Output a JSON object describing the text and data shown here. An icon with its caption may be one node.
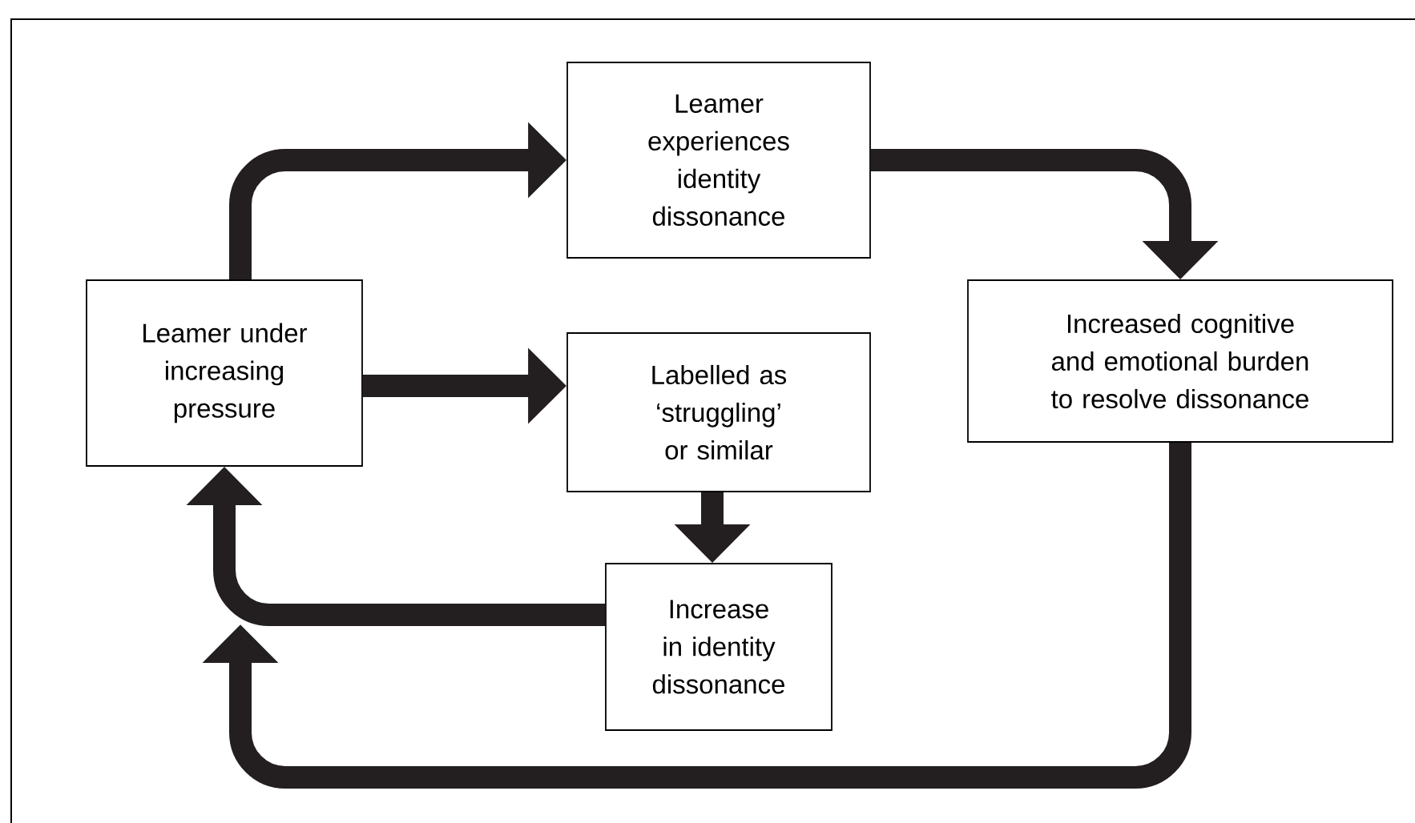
{
  "diagram": {
    "nodes": [
      {
        "text": [
          "Leamer experiences identity dissonance"
        ]
      },
      {
        "text": [
          "Leamer under increasing pressure"
        ]
      },
      {
        "text": [
          "Labelled as ‘struggling’ or similar"
        ]
      },
      {
        "text": [
          "Increased cognitive and emotional burden to resolve dissonance"
        ]
      },
      {
        "text": [
          "Increase in identity dissonance"
        ]
      }
    ],
    "edges": [
      {
        "from": 1,
        "to": 0,
        "arrow": "to"
      },
      {
        "from": 0,
        "to": 3,
        "arrow": "to"
      },
      {
        "from": 1,
        "to": 2,
        "arrow": "to"
      },
      {
        "from": 2,
        "to": 4,
        "arrow": "to"
      },
      {
        "from": 4,
        "to": 1,
        "arrow": "to"
      },
      {
        "from": 3,
        "to": null,
        "arrow": "to"
      }
    ]
  }
}
